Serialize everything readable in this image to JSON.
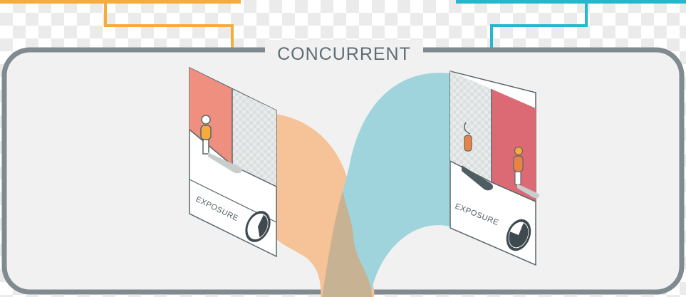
{
  "title": "CONCURRENT",
  "cameras": [
    {
      "label": "EXPOSURE",
      "accent": "#f5ac3a",
      "panel_color": "#ef8f80"
    },
    {
      "label": "EXPOSURE",
      "accent": "#25b7cc",
      "panel_color": "#dc6a74"
    }
  ],
  "colors": {
    "frame": "#808b91",
    "frame_fill": "#f1f1f1",
    "left_band": "#f5c397",
    "right_band": "#9fd4dd",
    "overlap_band": "#cbae8b"
  },
  "icons": [
    "person-icon",
    "shadow-icon",
    "timer-icon",
    "checker-pattern-icon"
  ]
}
